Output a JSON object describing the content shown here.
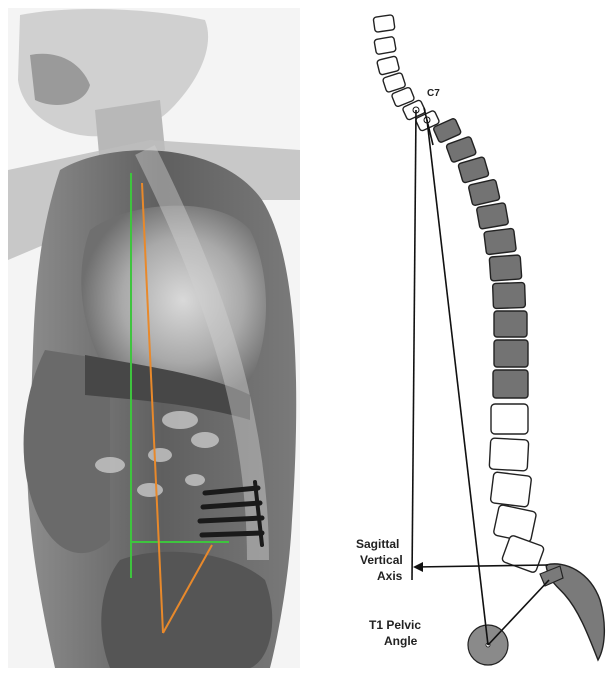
{
  "panels": {
    "xray": {
      "overlay_colors": {
        "vertical_axis": "#3ec43e",
        "pelvic_angle": "#e8892b"
      }
    },
    "diagram": {
      "labels": {
        "vertebra": "C7",
        "sva_line1": "Sagittal",
        "sva_line2": "Vertical",
        "sva_line3": "Axis",
        "tpa_line1": "T1 Pelvic",
        "tpa_line2": "Angle"
      },
      "colors": {
        "shaded_vertebra": "#737373",
        "open_vertebra": "#ffffff",
        "sacrum": "#7a7a7a",
        "femoral_head": "#8a8a8a",
        "lines": "#111111"
      }
    }
  }
}
